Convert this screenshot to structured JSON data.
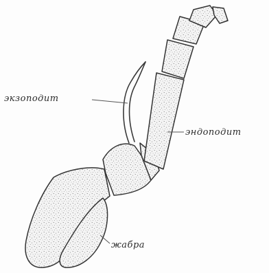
{
  "figure": {
    "subject": "crustacean limb",
    "labels": {
      "exopodite": "экзоподит",
      "endopodite": "эндоподит",
      "gill": "жабра"
    },
    "colors": {
      "ink": "#333333",
      "paper": "#fdfdfd"
    }
  }
}
